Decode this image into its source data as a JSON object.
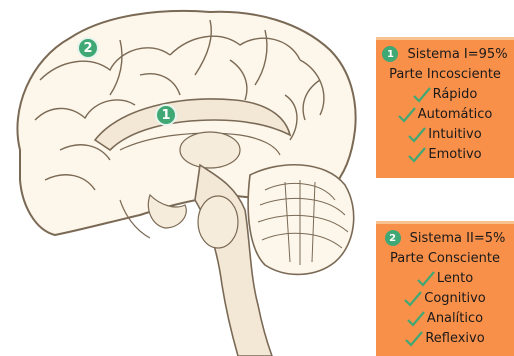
{
  "markers": {
    "one": "1",
    "two": "2"
  },
  "panels": [
    {
      "badge": "1",
      "title": "Sistema I=95%",
      "subtitle": "Parte Incosciente",
      "items": [
        "Rápido",
        "Automático",
        "Intuitivo",
        "Emotivo"
      ]
    },
    {
      "badge": "2",
      "title": "Sistema II=5%",
      "subtitle": "Parte Consciente",
      "items": [
        "Lento",
        "Cognitivo",
        "Analítico",
        "Reflexivo"
      ]
    }
  ],
  "colors": {
    "panel_bg": "#f9904a",
    "badge": "#3fa874",
    "check": "#3fa874",
    "brain_fill": "#fdf6ea",
    "brain_line": "#7a6a55"
  }
}
